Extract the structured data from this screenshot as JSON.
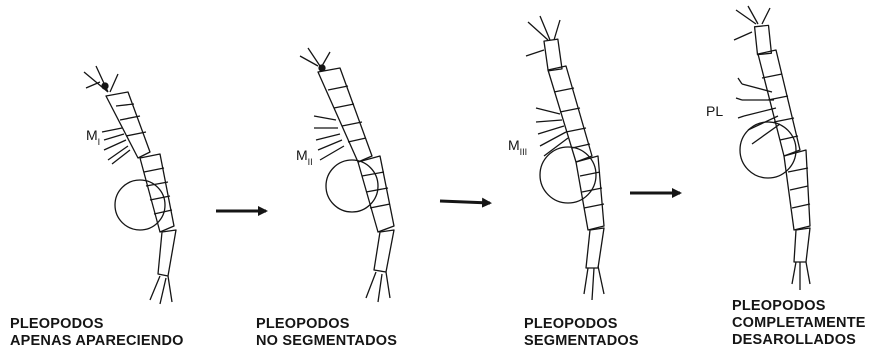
{
  "stages": [
    {
      "marker_main": "M",
      "marker_sub": "I",
      "caption": [
        "PLEOPODOS",
        "APENAS APARECIENDO"
      ]
    },
    {
      "marker_main": "M",
      "marker_sub": "II",
      "caption": [
        "PLEOPODOS",
        "NO SEGMENTADOS"
      ]
    },
    {
      "marker_main": "M",
      "marker_sub": "III",
      "caption": [
        "PLEOPODOS",
        "SEGMENTADOS"
      ]
    },
    {
      "marker_main": "PL",
      "marker_sub": "",
      "caption": [
        "PLEOPODOS",
        "COMPLETAMENTE",
        "DESAROLLADOS"
      ]
    }
  ],
  "colors": {
    "ink": "#151515",
    "background": "#ffffff"
  }
}
